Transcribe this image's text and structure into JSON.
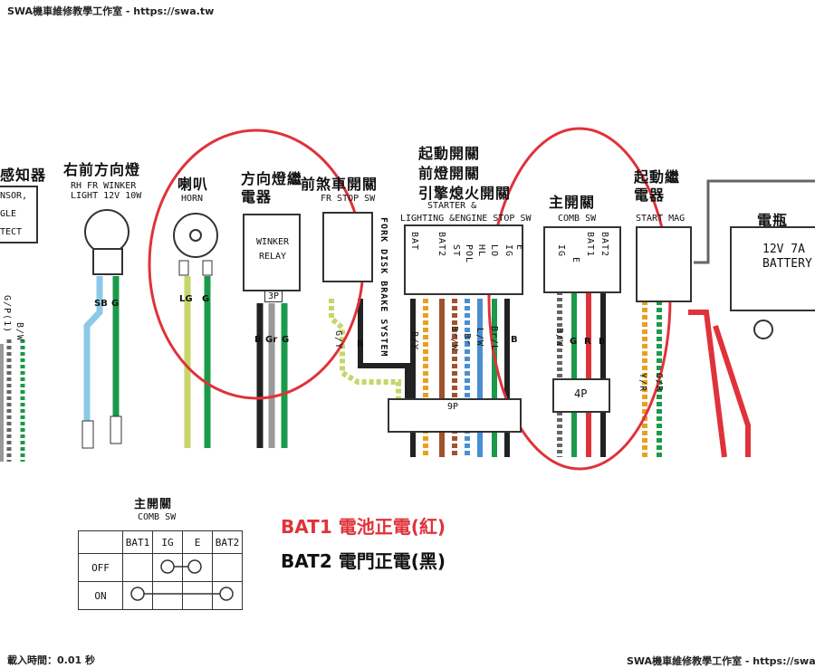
{
  "watermark_top": "SWA機車維修教學工作室 - https://swa.tw",
  "watermark_bottom_right": "SWA機車維修教學工作室 - https://swa.tw",
  "load_time": "載入時間：0.01 秒",
  "components": {
    "sensor": {
      "title": "感知器",
      "lines": [
        "NSOR,",
        "GLE",
        "TECT"
      ],
      "wires": [
        "G/P(1)",
        "B/W"
      ]
    },
    "front_winker": {
      "title": "右前方向燈",
      "label_en": "RH FR WINKER LIGHT 12V 10W",
      "wires": [
        "SB",
        "G"
      ]
    },
    "horn": {
      "title": "喇叭",
      "label_en": "HORN",
      "wires": [
        "LG",
        "G"
      ]
    },
    "winker_relay": {
      "title": "方向燈繼電器",
      "label_en": "WINKER RELAY",
      "connector": "3P",
      "wires": [
        "B",
        "Gr",
        "G"
      ]
    },
    "fr_stop_sw": {
      "title": "前煞車開關",
      "label_en": "FR STOP SW",
      "wires": [
        "G/Y",
        "B"
      ]
    },
    "fork_label": "FORK DISK BRAKE SYSTEM",
    "starter_group": {
      "title_lines": [
        "起動開關",
        "前燈開關",
        "引擎熄火開關"
      ],
      "label_en_1": "STARTER &",
      "label_en_2": "LIGHTING &ENGINE STOP SW",
      "pins": [
        "BAT",
        "BAT2",
        "ST",
        "POL",
        "HL",
        "LO",
        "IG",
        "E"
      ],
      "wires": [
        "B/Y",
        "Br/W",
        "Br",
        "L/W",
        "Br/L",
        "B"
      ],
      "connector": "9P"
    },
    "main_switch": {
      "title": "主開關",
      "label_en": "COMB SW",
      "pins": [
        "IG",
        "E",
        "BAT1",
        "BAT2"
      ],
      "wires": [
        "B/W",
        "G",
        "R",
        "B"
      ],
      "connector": "4P"
    },
    "starter_relay": {
      "title": "起動繼電器",
      "label_en": "START MAG",
      "wires": [
        "Y/R",
        "G/R"
      ]
    },
    "battery": {
      "title": "電瓶",
      "label_en": "12V 7A BATTERY"
    }
  },
  "switch_table": {
    "title": "主開關",
    "subtitle": "COMB SW",
    "columns": [
      "BAT1",
      "IG",
      "E",
      "BAT2"
    ],
    "rows": [
      {
        "label": "OFF",
        "connect": [
          "IG",
          "E"
        ]
      },
      {
        "label": "ON",
        "connect": [
          "BAT1",
          "BAT2"
        ]
      }
    ]
  },
  "legend": {
    "bat1": "BAT1 電池正電(紅)",
    "bat2": "BAT2 電門正電(黑)"
  },
  "colors": {
    "red": "#e0323a",
    "green": "#1a9a4a",
    "light_blue": "#8cc9e8",
    "yellow_green": "#c8d56a"
  }
}
